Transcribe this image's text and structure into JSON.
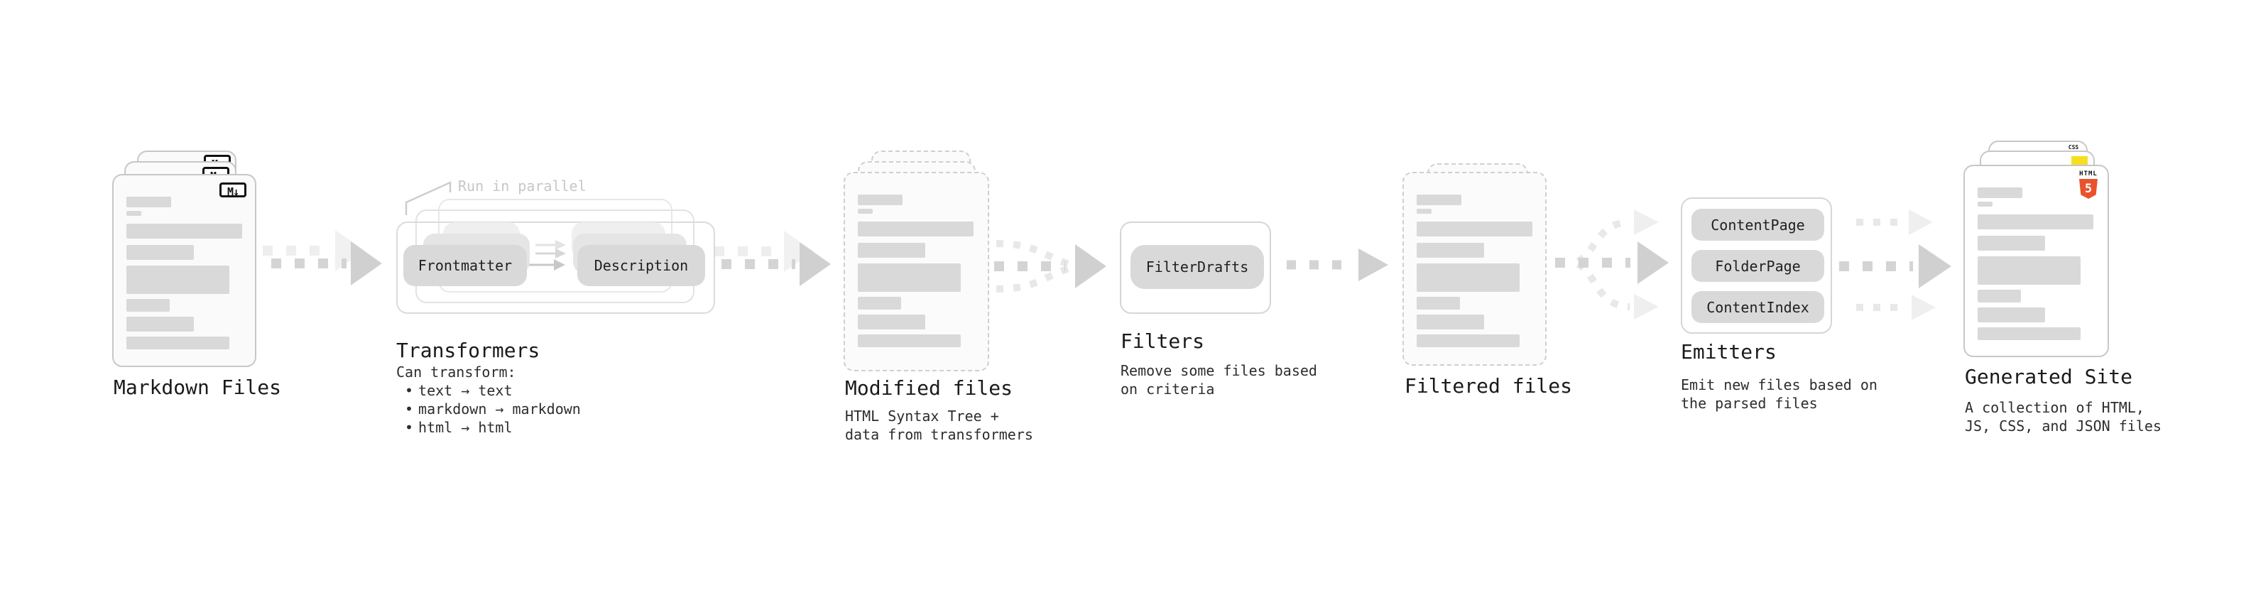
{
  "diagram": {
    "markdown": {
      "label": "Markdown Files",
      "badge": "M↓"
    },
    "transformers": {
      "label": "Transformers",
      "note": "Run in parallel",
      "pill_left": "Frontmatter",
      "pill_right": "Description",
      "desc_title": "Can transform:",
      "bullet_char": "•",
      "bullets": [
        "text → text",
        "markdown → markdown",
        "html → html"
      ]
    },
    "modified": {
      "label": "Modified files",
      "desc": [
        "HTML Syntax Tree +",
        "data from transformers"
      ]
    },
    "filters": {
      "label": "Filters",
      "pill": "FilterDrafts",
      "desc": [
        "Remove some files based",
        "on criteria"
      ]
    },
    "filtered": {
      "label": "Filtered files"
    },
    "emitters": {
      "label": "Emitters",
      "pills": [
        "ContentPage",
        "FolderPage",
        "ContentIndex"
      ],
      "desc": [
        "Emit new files based on",
        "the parsed files"
      ]
    },
    "generated": {
      "label": "Generated Site",
      "badge_html_word": "HTML",
      "badge_html_number": "5",
      "badge_css_word": "CSS",
      "desc": [
        "A collection of HTML,",
        "JS, CSS, and JSON files"
      ]
    }
  },
  "colors": {
    "arrow_main": "#d4d4d4",
    "arrow_head": "#d0d0d0",
    "arrow_echo": "#eeeeee",
    "arrow_faint": "#e8e8e8",
    "bar_fill": "#d9d9d9",
    "pill_fill": "#d9d9d9",
    "html5_orange": "#e8532c",
    "js_yellow": "#f6df1d",
    "css_blue": "#2d79c7",
    "note_gray": "#c7c7c7"
  }
}
